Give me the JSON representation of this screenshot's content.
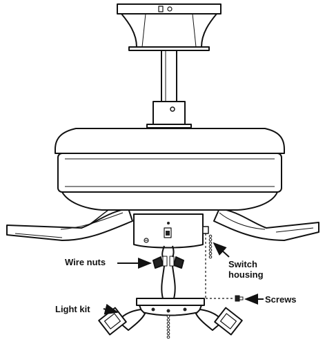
{
  "diagram": {
    "callouts": {
      "wire_nuts": "Wire nuts",
      "switch_housing": "Switch\nhousing",
      "screws": "Screws",
      "light_kit": "Light kit"
    },
    "colors": {
      "line": "#111111",
      "background": "#ffffff",
      "dark_part": "#222222"
    },
    "icons": {
      "pull_chain": "beaded-chain-icon",
      "screw": "screw-icon",
      "arrow": "arrow-icon"
    }
  }
}
